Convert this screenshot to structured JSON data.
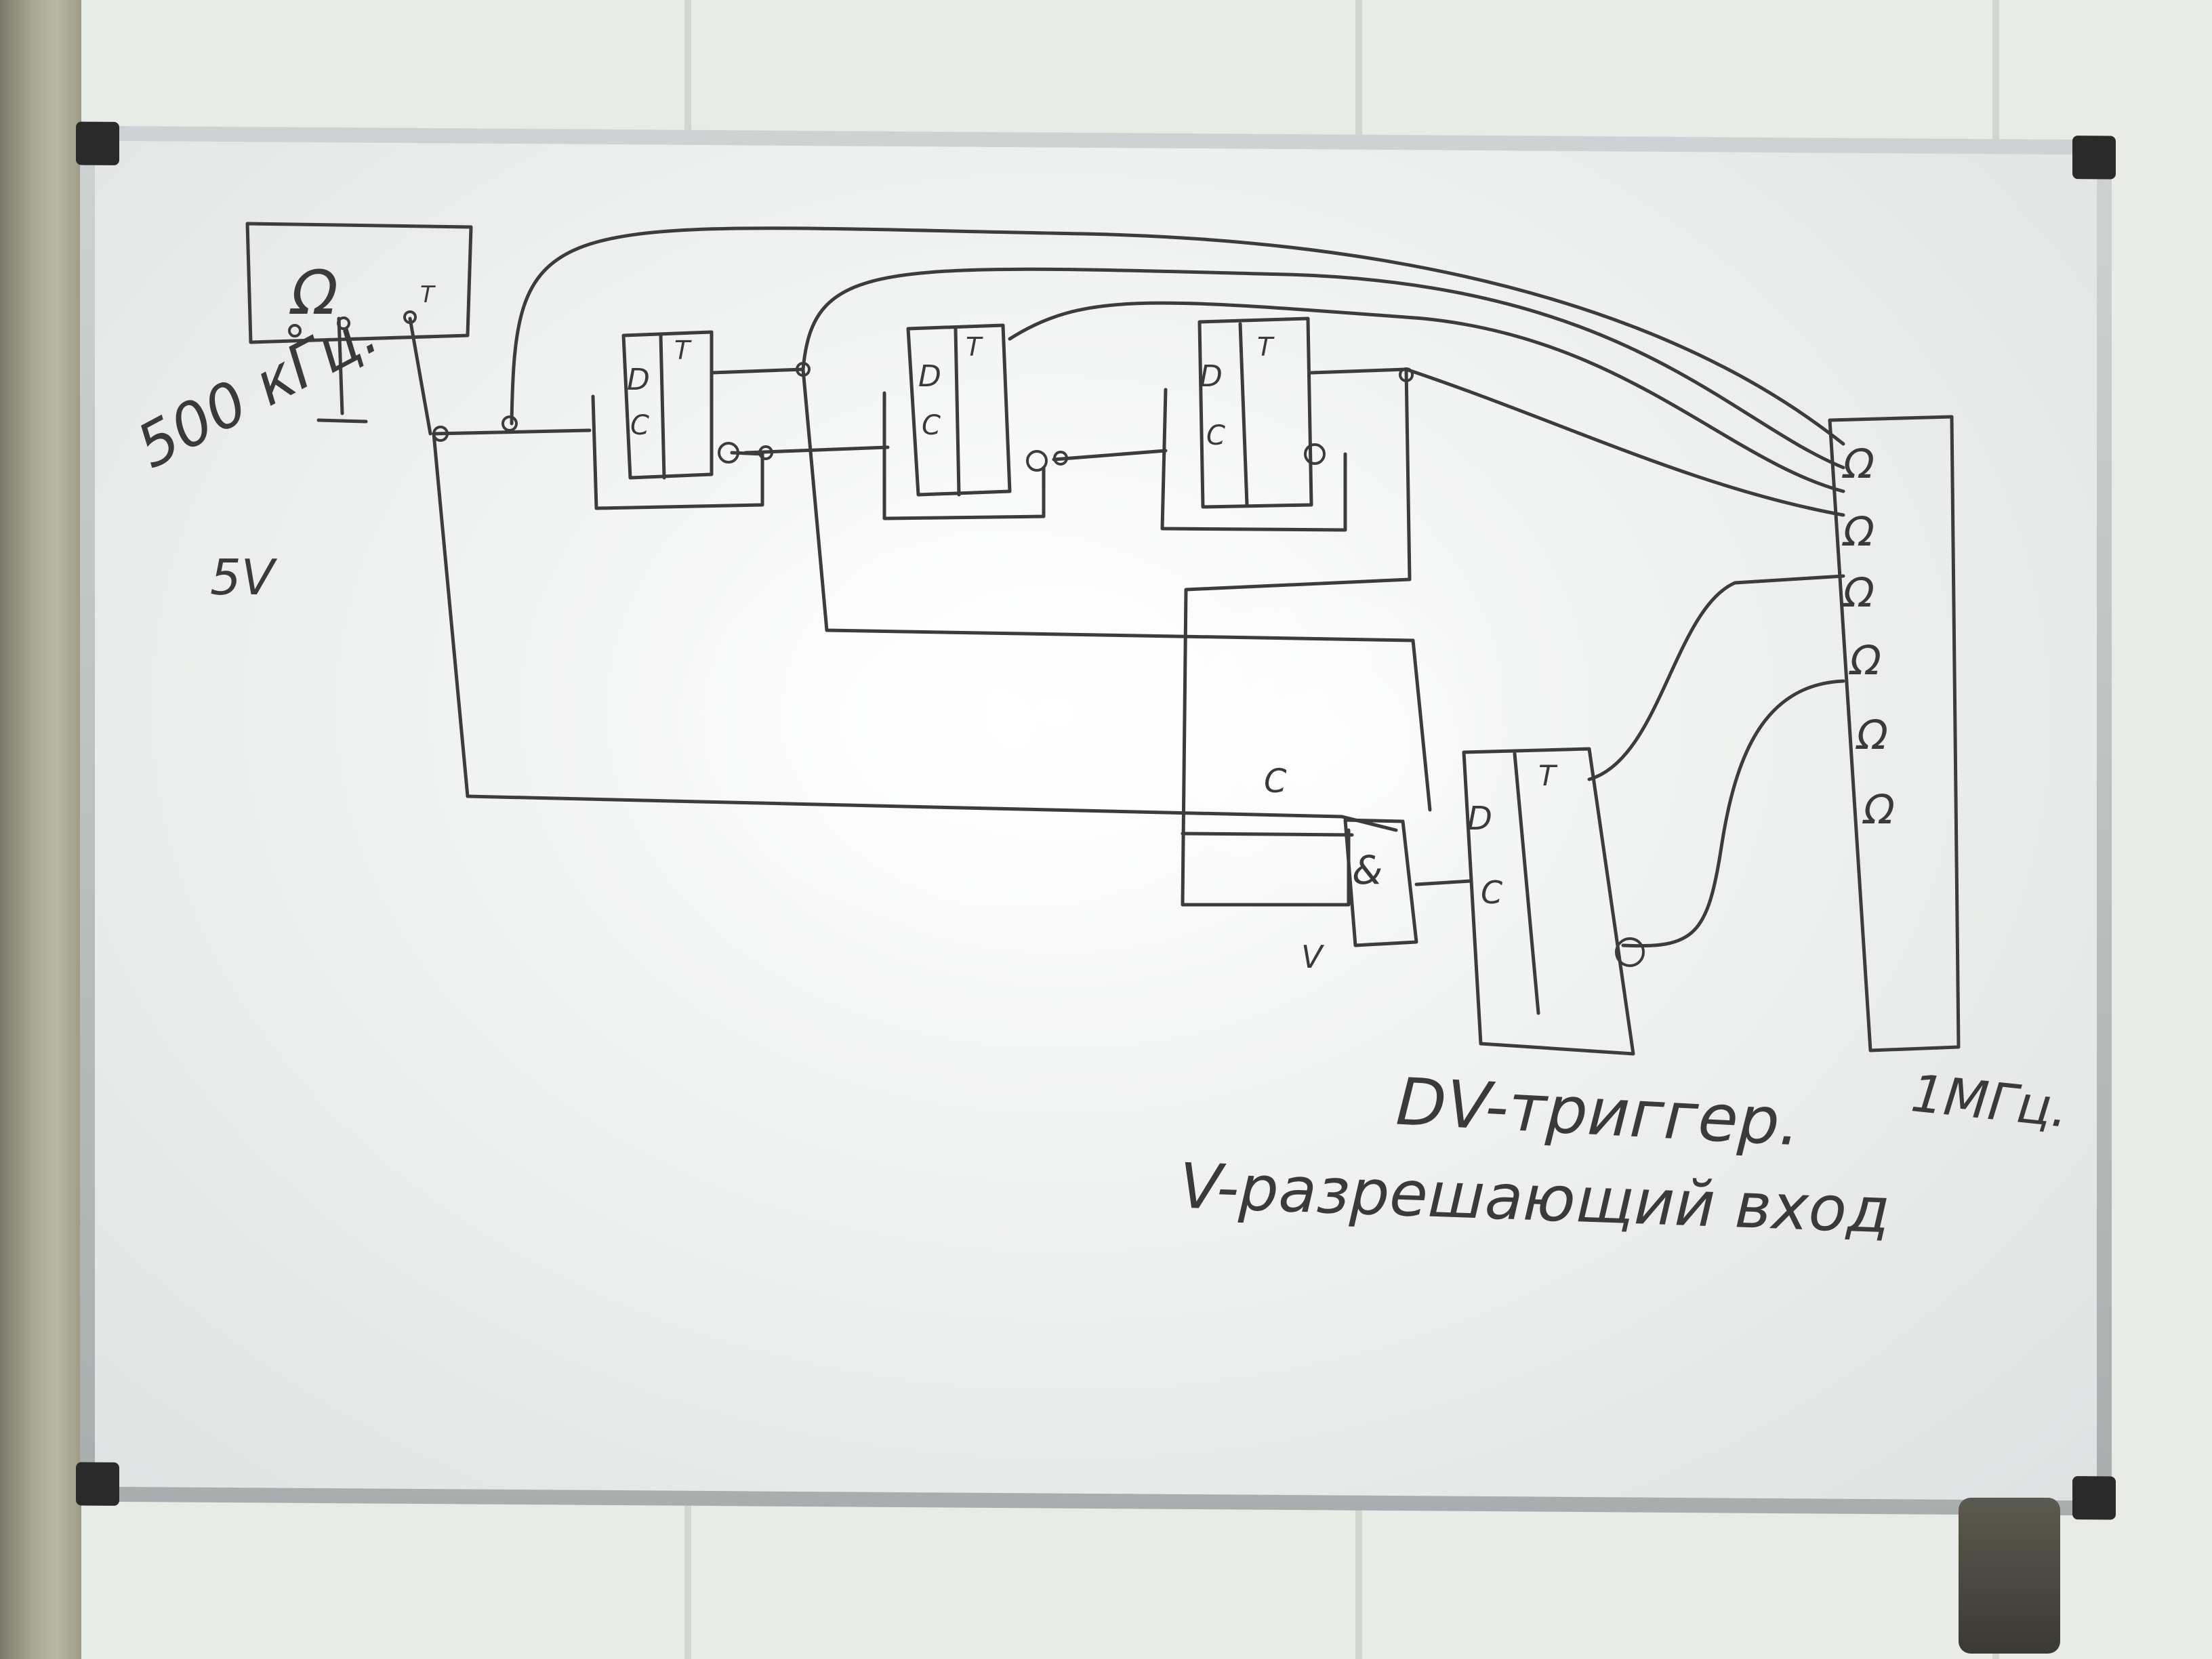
{
  "board": {
    "generator": {
      "symbol": "Ω",
      "output_label": "T"
    },
    "generator_specs": {
      "frequency": "500 кГц.",
      "voltage": "5V"
    },
    "flipflops": [
      {
        "d_label": "D",
        "c_label": "C",
        "t_label": "T"
      },
      {
        "d_label": "D",
        "c_label": "C",
        "t_label": "T"
      },
      {
        "d_label": "D",
        "c_label": "C",
        "t_label": "T"
      }
    ],
    "gate": {
      "symbol": "&",
      "c_label": "C",
      "v_label": "V"
    },
    "dv_trigger": {
      "d_label": "D",
      "c_label": "C",
      "t_label": "T"
    },
    "scope": {
      "channel_symbols": [
        "Ω",
        "Ω",
        "Ω",
        "Ω",
        "Ω",
        "Ω"
      ],
      "frequency": "1МГц."
    },
    "notes": {
      "line1": "DV-триггер.",
      "line2": "V-разрешающий вход"
    }
  }
}
